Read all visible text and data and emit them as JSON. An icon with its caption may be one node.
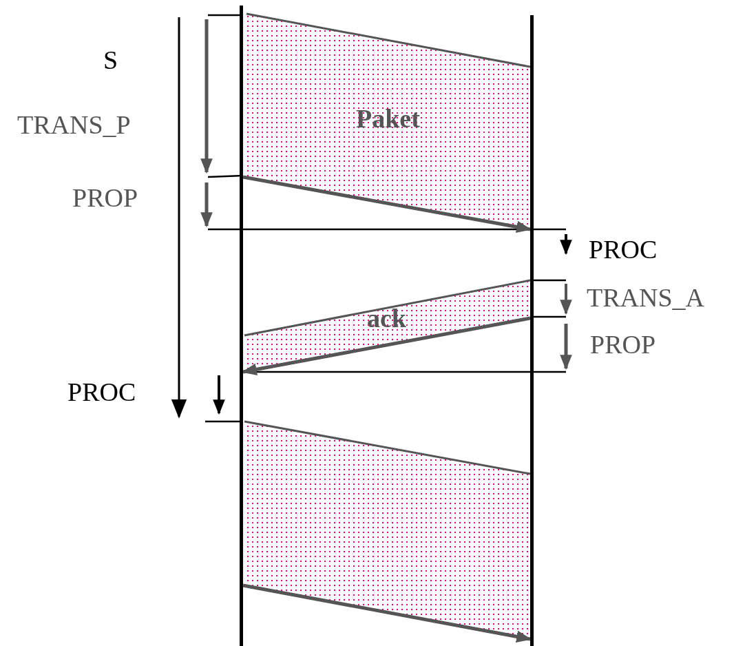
{
  "diagram": {
    "nodes": [
      {
        "text": [],
        "shape": "bar"
      },
      {
        "text": [],
        "shape": "bar"
      }
    ],
    "edges": [
      {
        "from": 0,
        "to": 1,
        "arrow": "to"
      },
      {
        "from": 1,
        "to": 0,
        "arrow": "to"
      },
      {
        "from": 0,
        "to": 1,
        "arrow": "to"
      }
    ],
    "labels": [
      "S",
      "TRANS_P",
      "Paket",
      "PROP",
      "PROC",
      "TRANS_A",
      "ack",
      "PROP",
      "PROC"
    ]
  }
}
